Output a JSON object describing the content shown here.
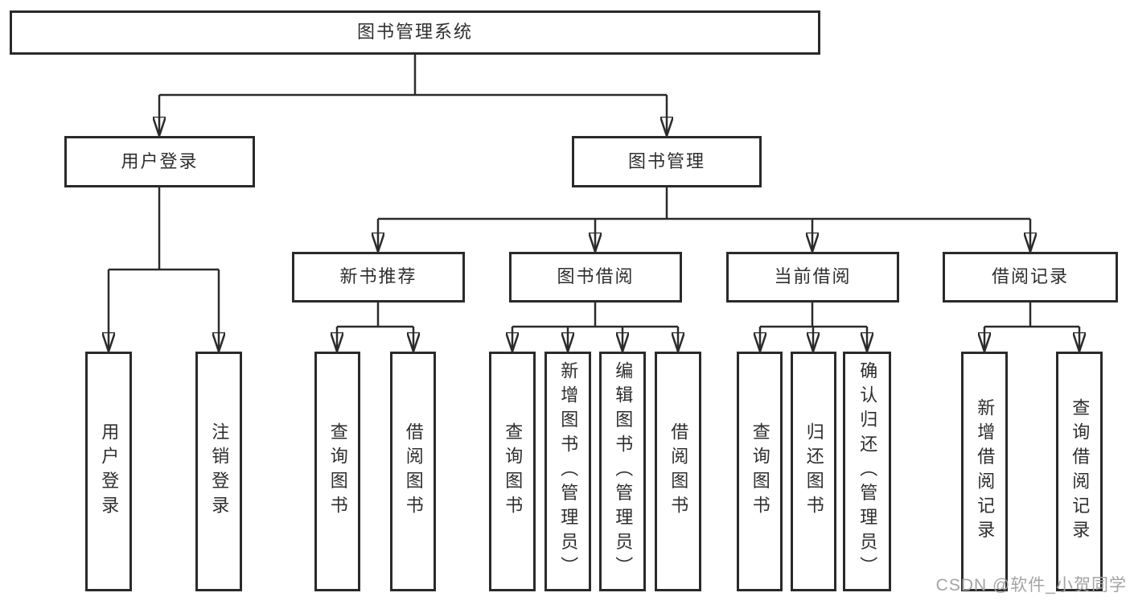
{
  "diagram": {
    "type": "hierarchy-tree",
    "colors": {
      "background": "#ffffff",
      "line": "#2b2b2b",
      "box_border": "#2a2a2a",
      "text": "#2e2e2e",
      "watermark": "#a3a3a3"
    }
  },
  "tree": {
    "root": {
      "label": "图书管理系统",
      "children": [
        {
          "label": "用户登录",
          "children": [
            {
              "label": "用户登录"
            },
            {
              "label": "注销登录"
            }
          ]
        },
        {
          "label": "图书管理",
          "children": [
            {
              "label": "新书推荐",
              "children": [
                {
                  "label": "查询图书"
                },
                {
                  "label": "借阅图书"
                }
              ]
            },
            {
              "label": "图书借阅",
              "children": [
                {
                  "label": "查询图书"
                },
                {
                  "label": "新增图书（管理员）"
                },
                {
                  "label": "编辑图书（管理员）"
                },
                {
                  "label": "借阅图书"
                }
              ]
            },
            {
              "label": "当前借阅",
              "children": [
                {
                  "label": "查询图书"
                },
                {
                  "label": "归还图书"
                },
                {
                  "label": "确认归还（管理员）"
                }
              ]
            },
            {
              "label": "借阅记录",
              "children": [
                {
                  "label": "新增借阅记录"
                },
                {
                  "label": "查询借阅记录"
                }
              ]
            }
          ]
        }
      ]
    }
  },
  "watermark": {
    "text": "CSDN @软件_小贺同学"
  }
}
